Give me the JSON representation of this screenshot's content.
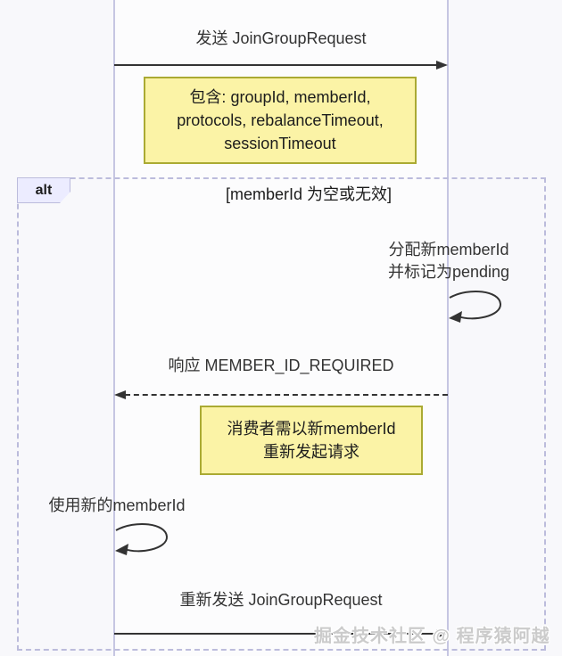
{
  "diagram": {
    "type": "sequence-diagram",
    "alt": {
      "label": "alt",
      "guard": "[memberId 为空或无效]"
    },
    "messages": [
      {
        "text": "发送 JoinGroupRequest",
        "line": "solid",
        "direction": "right"
      },
      {
        "text": "响应 MEMBER_ID_REQUIRED",
        "line": "dashed",
        "direction": "left"
      },
      {
        "text": "重新发送 JoinGroupRequest",
        "line": "solid",
        "direction": "right"
      }
    ],
    "notes": [
      {
        "text": "包含: groupId, memberId,\nprotocols, rebalanceTimeout,\nsessionTimeout"
      },
      {
        "text": "消费者需以新memberId\n重新发起请求"
      }
    ],
    "self_messages": [
      {
        "side": "right",
        "text": "分配新memberId\n并标记为pending"
      },
      {
        "side": "left",
        "text": "使用新的memberId"
      }
    ],
    "watermark": "掘金技术社区 @ 程序猿阿越",
    "colors": {
      "note_bg": "#fbf3a6",
      "note_border": "#aaaa33",
      "frame_border": "#bcbcdc",
      "label_bg": "#ececff",
      "lifeline": "#c6c6e2",
      "arrow": "#333333"
    }
  }
}
